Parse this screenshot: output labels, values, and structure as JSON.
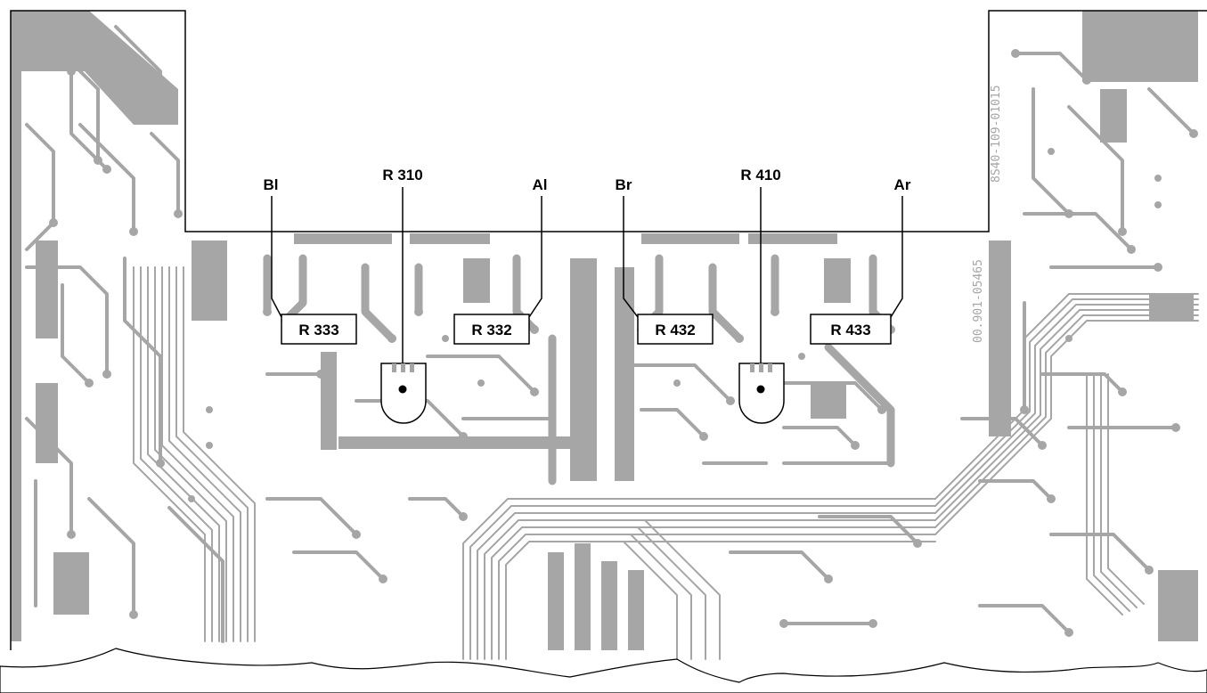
{
  "diagram": {
    "edge_labels": {
      "bl": "Bl",
      "r310": "R 310",
      "al": "Al",
      "br": "Br",
      "r410": "R 410",
      "ar": "Ar"
    },
    "resistor_boxes": {
      "r333": "R 333",
      "r332": "R 332",
      "r432": "R 432",
      "r433": "R 433"
    },
    "silkscreen_text": {
      "vertical_top": "8S40-109-01015",
      "vertical_mid": "00.901-05465"
    },
    "colors": {
      "copper": "#a6a6a6",
      "background": "#ffffff",
      "lines": "#000000"
    }
  }
}
